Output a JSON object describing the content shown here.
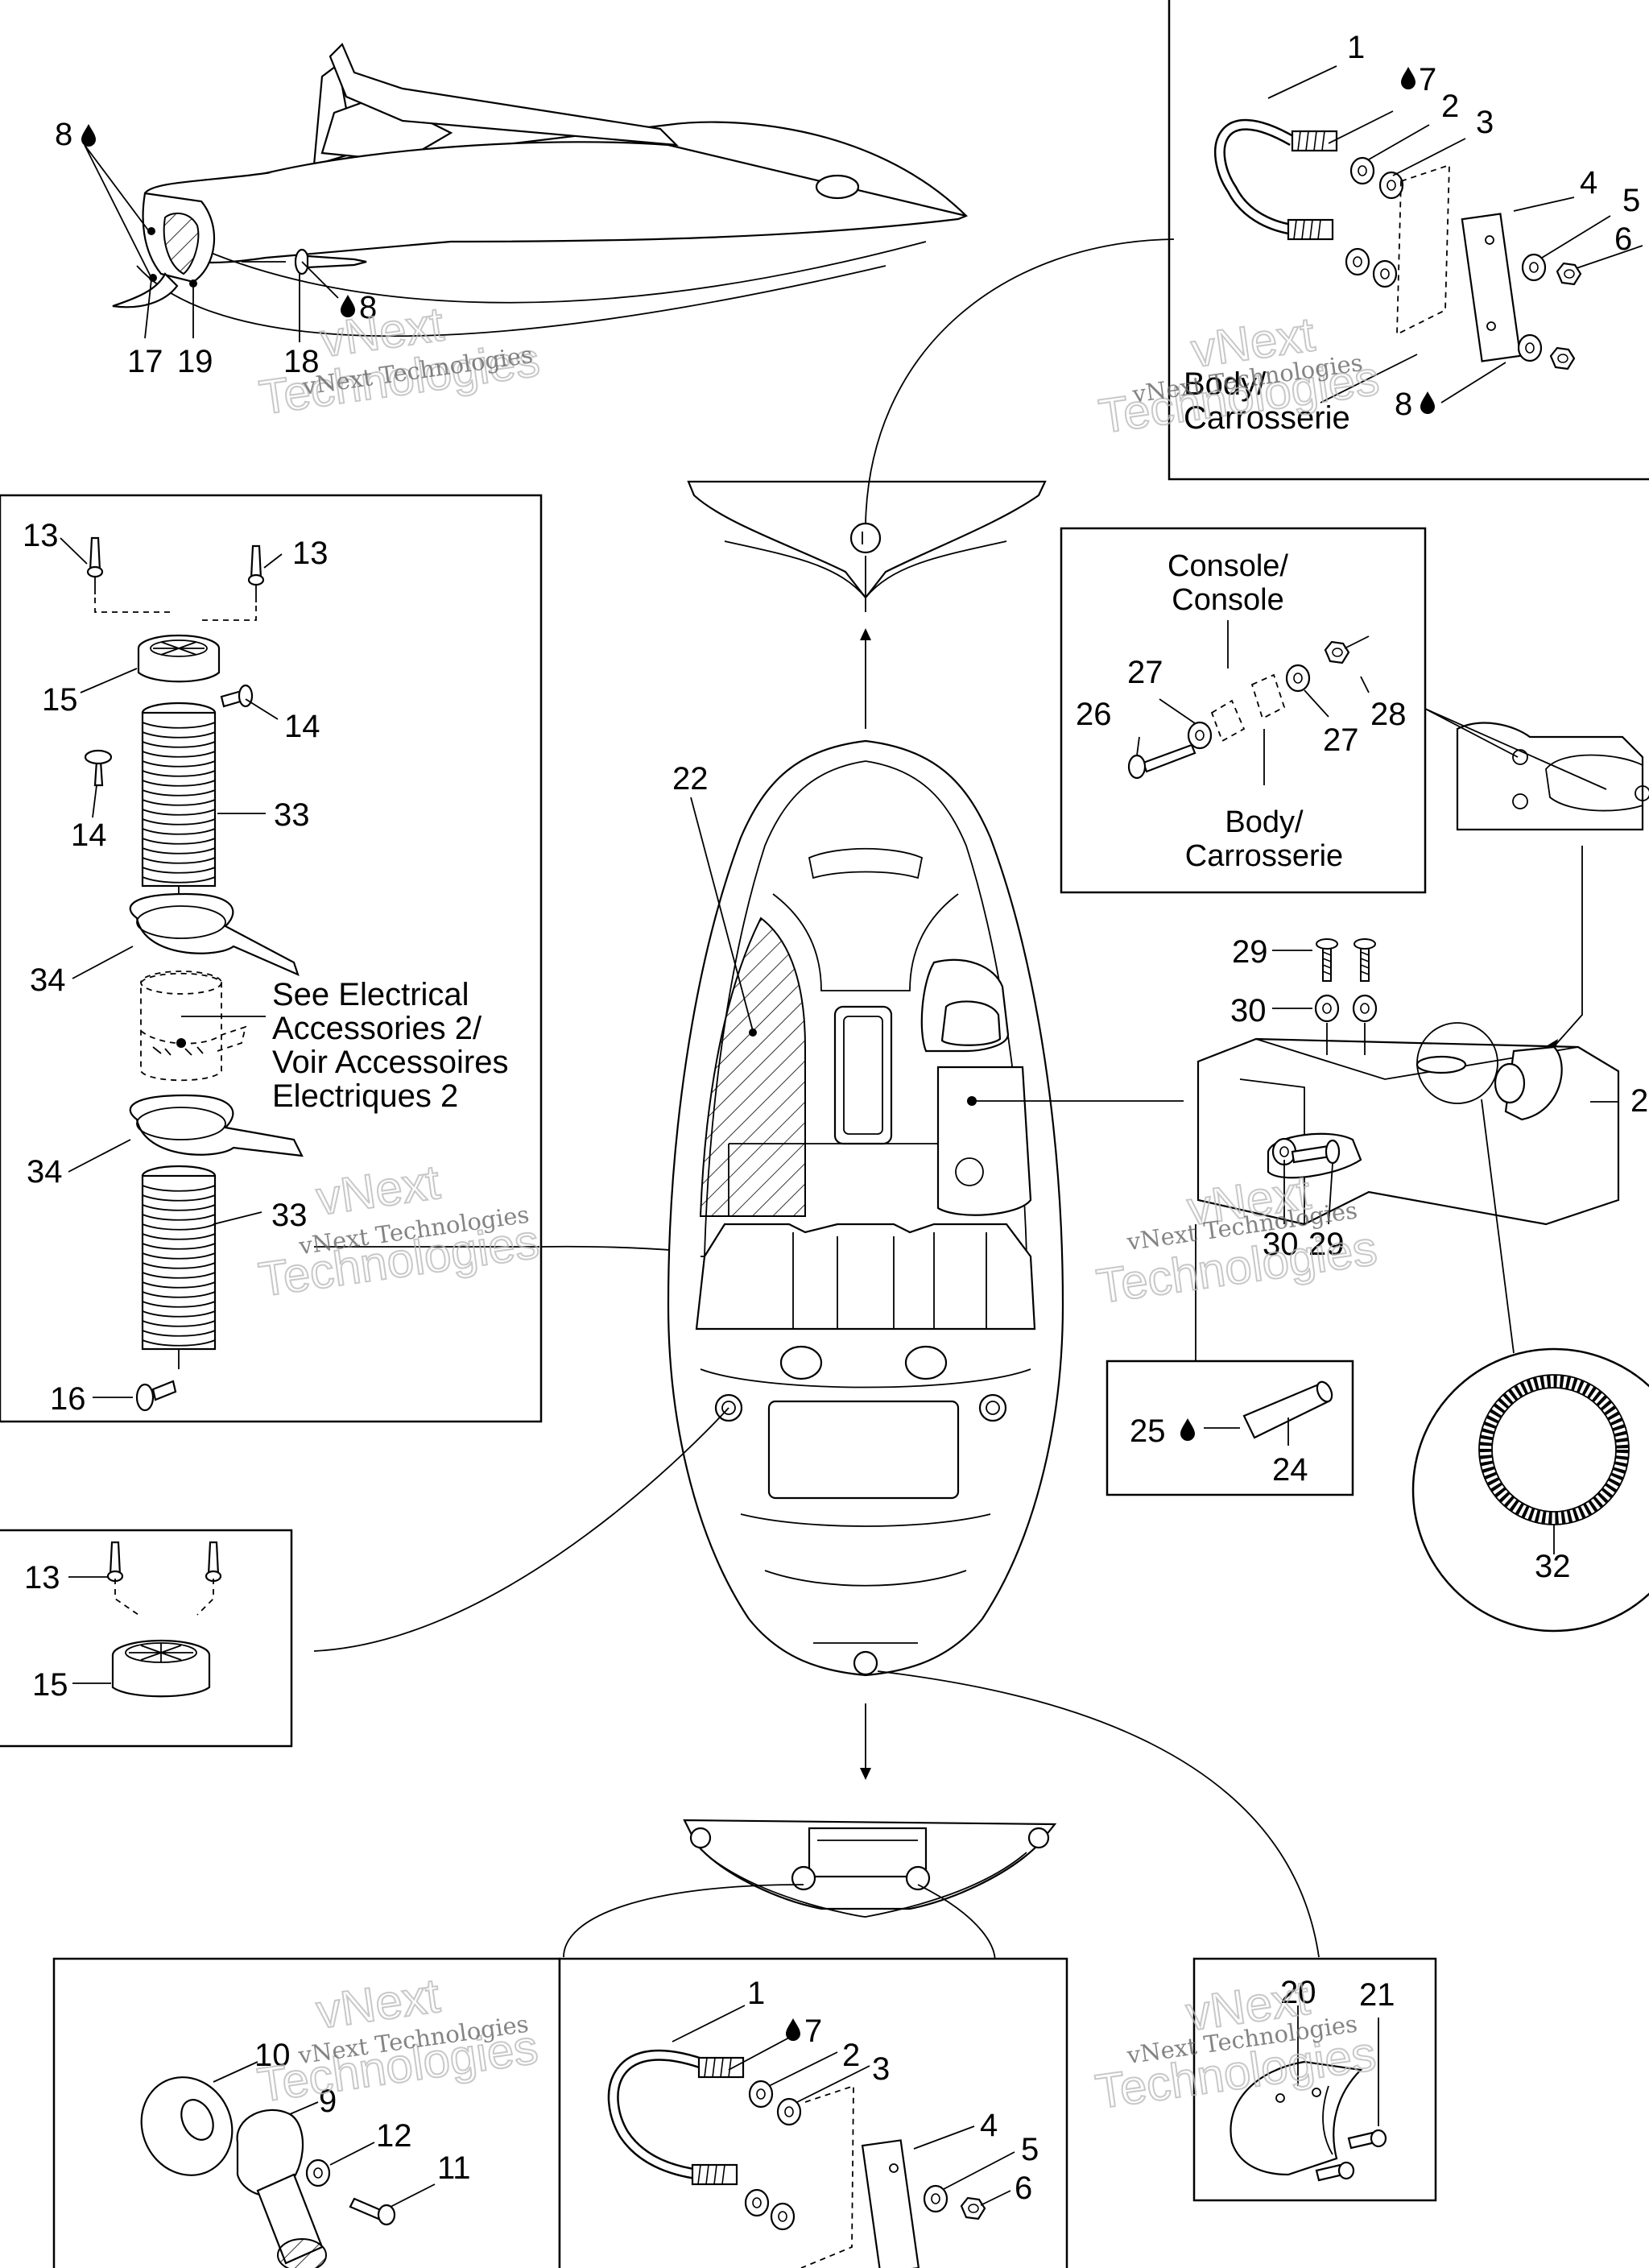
{
  "watermark": {
    "line1": "vNext Technologies",
    "line2": "vNext",
    "line3": "Technologies"
  },
  "top_left": {
    "labels": [
      "8",
      "8",
      "17",
      "19",
      "18"
    ]
  },
  "top_right": {
    "labels": [
      "1",
      "7",
      "2",
      "3",
      "4",
      "5",
      "6",
      "8"
    ],
    "body_label_1": "Body/",
    "body_label_2": "Carrosserie"
  },
  "left_panel": {
    "labels": [
      "13",
      "13",
      "15",
      "14",
      "14",
      "33",
      "34",
      "34",
      "33",
      "16"
    ],
    "note_lines": [
      "See Electrical",
      "Accessories 2/",
      "Voir Accessoires",
      "Electriques 2"
    ]
  },
  "console_panel": {
    "console_1": "Console/",
    "console_2": "Console",
    "body_1": "Body/",
    "body_2": "Carrosserie",
    "labels": [
      "27",
      "26",
      "28",
      "27"
    ]
  },
  "center": {
    "labels": [
      "22",
      "29",
      "30",
      "2",
      "30",
      "29",
      "25",
      "24",
      "32"
    ]
  },
  "small_left_panel": {
    "labels": [
      "13",
      "15"
    ]
  },
  "bottom_left": {
    "labels": [
      "10",
      "9",
      "12",
      "11"
    ]
  },
  "bottom_center": {
    "labels": [
      "1",
      "7",
      "2",
      "3",
      "4",
      "5",
      "6"
    ]
  },
  "bottom_right": {
    "labels": [
      "20",
      "21"
    ]
  }
}
